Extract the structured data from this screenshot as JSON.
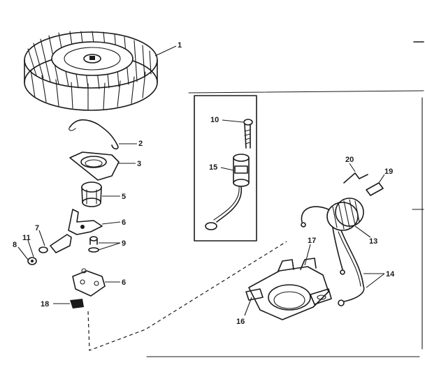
{
  "callouts": {
    "c1": "1",
    "c2": "2",
    "c3": "3",
    "c5": "5",
    "c6a": "6",
    "c6b": "6",
    "c7": "7",
    "c8": "8",
    "c9": "9",
    "c10": "10",
    "c11": "11",
    "c13": "13",
    "c14": "14",
    "c15": "15",
    "c16": "16",
    "c17": "17",
    "c18": "18",
    "c19": "19",
    "c20": "20"
  },
  "colors": {
    "ink": "#1a1a1a",
    "paper": "#ffffff"
  }
}
